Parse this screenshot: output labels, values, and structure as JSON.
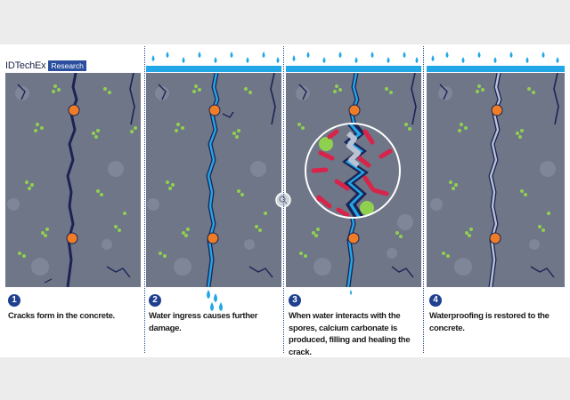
{
  "brand": {
    "name": "IDTechEx",
    "badge": "Research"
  },
  "steps": [
    {
      "number": "1",
      "text": "Cracks form in the concrete."
    },
    {
      "number": "2",
      "text": "Water ingress causes further damage."
    },
    {
      "number": "3",
      "text": "When water interacts with the spores, calcium carbonate is produced, filling and healing the crack."
    },
    {
      "number": "4",
      "text": "Waterproofing is restored to the concrete."
    }
  ],
  "colors": {
    "concrete": "#6f7687",
    "crack": "#1b2356",
    "water": "#22a7e6",
    "spore": "#f07d26",
    "bacteria": "#d8234a",
    "calcite": "#8fd14f",
    "healed": "#b9c2d2",
    "accent": "#1f3f8f"
  },
  "icons": {
    "zoom": "magnifier-icon"
  }
}
